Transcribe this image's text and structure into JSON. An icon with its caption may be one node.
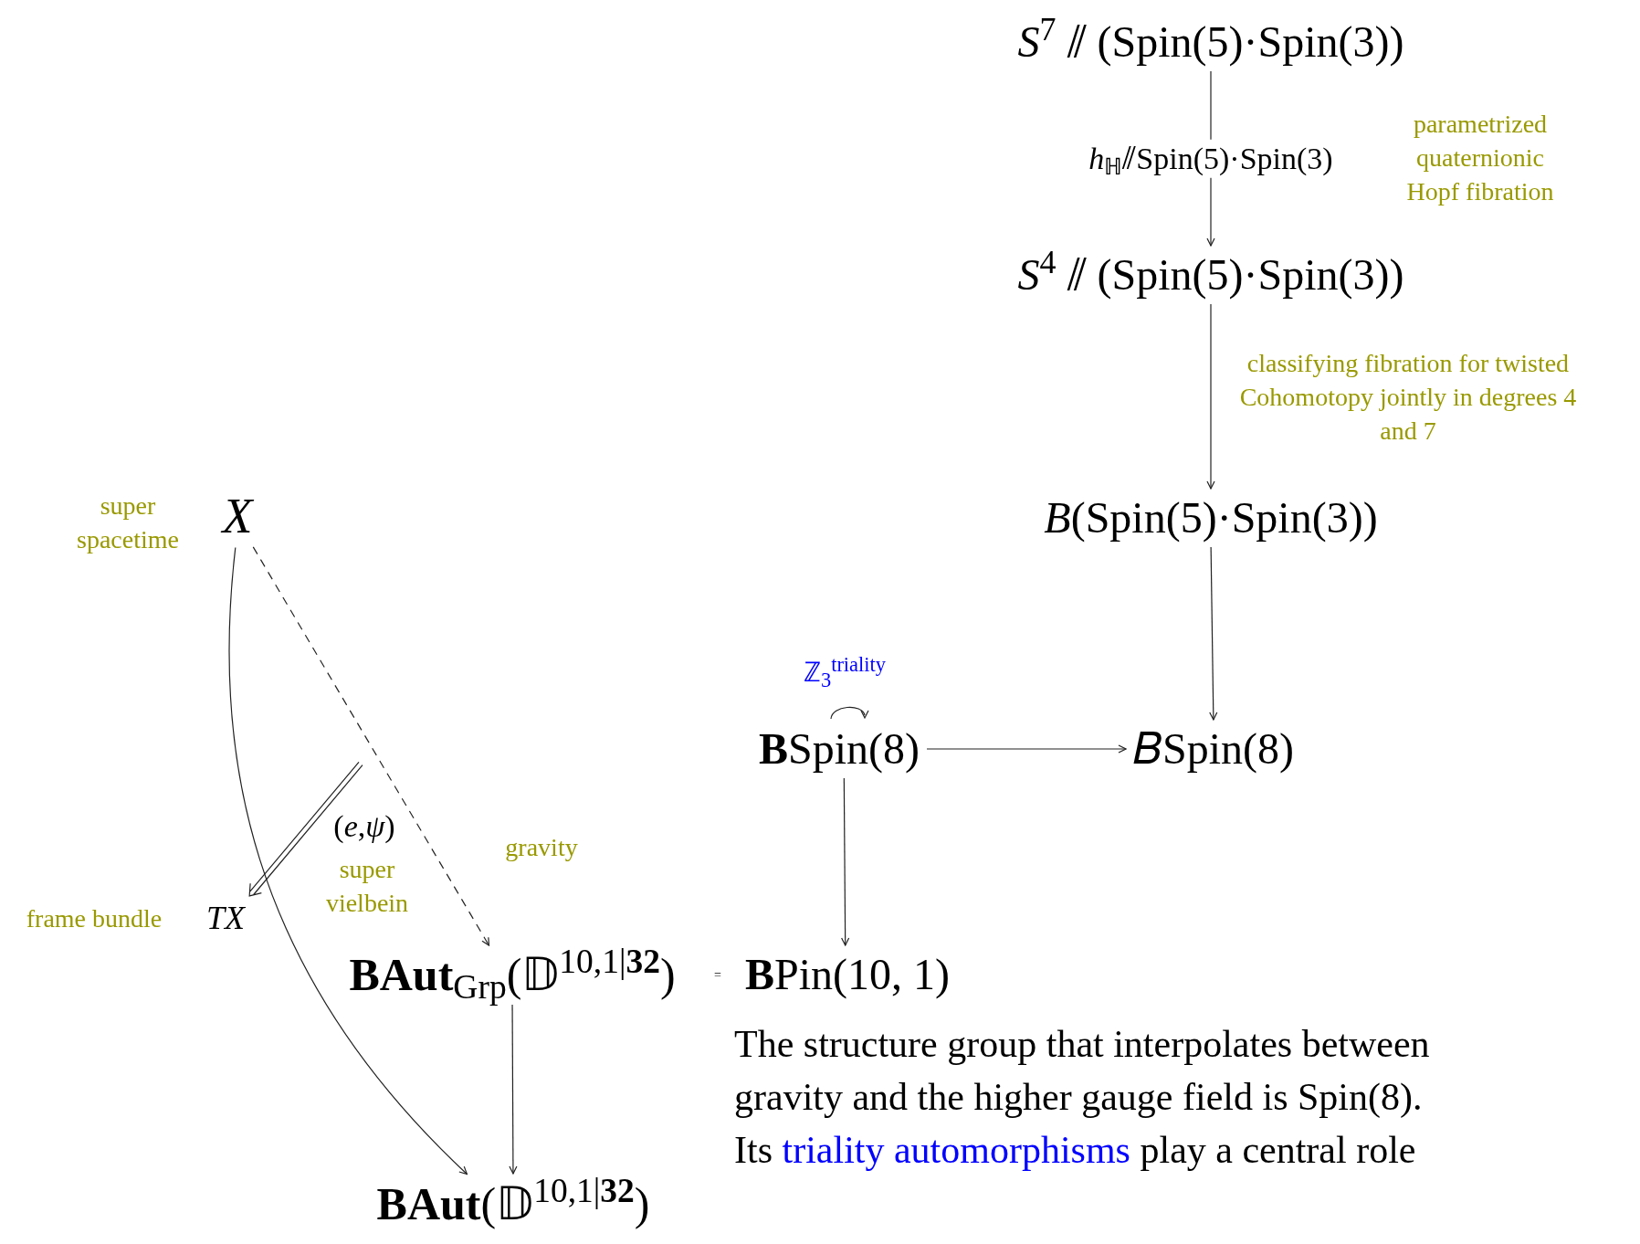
{
  "diagram": {
    "caption": "The structure group that interpolates between gravity and the higher gauge field is Spin(8).",
    "nodes": [
      {
        "text": [
          "*S*$^{7}$ ⫽ (Spin(5)·Spin(3))"
        ]
      },
      {
        "text": [
          "*S*$^{4}$ ⫽ (Spin(5)·Spin(3))"
        ]
      },
      {
        "text": [
          "*B*(Spin(5)·Spin(3))"
        ]
      },
      {
        "text": [
          "X"
        ],
        "beside": [
          "super spacetime"
        ]
      },
      {
        "text": [
          "TX"
        ],
        "beside": [
          "frame bundle"
        ]
      },
      {
        "text": [
          "**BAut**$_{Grp}$(𝔻$^{10,1|}$**$^{32}$**)"
        ]
      },
      {
        "text": [
          "**B**Pin(10, 1)"
        ]
      },
      {
        "text": [
          "**BAut**(𝔻$^{10,1|}$**$^{32}$**)"
        ]
      },
      {
        "text": [
          "**B**Spin(8)"
        ]
      },
      {
        "text": [
          "𝐵Spin(8)"
        ]
      }
    ],
    "edges": [
      {
        "from": 0,
        "to": 1,
        "arrow": "to",
        "label": "*h*$_{ℍ}$⫽Spin(5)·Spin(3)"
      },
      {
        "from": 1,
        "to": 2,
        "arrow": "to"
      },
      {
        "from": 2,
        "to": 9,
        "arrow": "to"
      },
      {
        "from": 8,
        "to": 9,
        "arrow": "to"
      },
      {
        "from": 8,
        "to": 6,
        "arrow": "to"
      },
      {
        "from": 3,
        "to": 7,
        "arrow": "to"
      },
      {
        "from": 3,
        "to": 5,
        "arrow": "to",
        "style": "dashed"
      },
      {
        "from": 5,
        "to": 7,
        "arrow": "to"
      },
      {
        "from": null,
        "to": 4,
        "arrow": "to",
        "label": "(*e*,*ψ*)"
      }
    ],
    "labels": [
      "parametrized quaternionic Hopf fibration",
      "classifying fibration for twisted Cohomotopy jointly in degrees 4 and 7",
      "ℤ$_{3}$$^{triality}$",
      "super vielbein",
      "gravity",
      "=",
      "Its",
      "triality automorphisms",
      "play a central role"
    ]
  }
}
